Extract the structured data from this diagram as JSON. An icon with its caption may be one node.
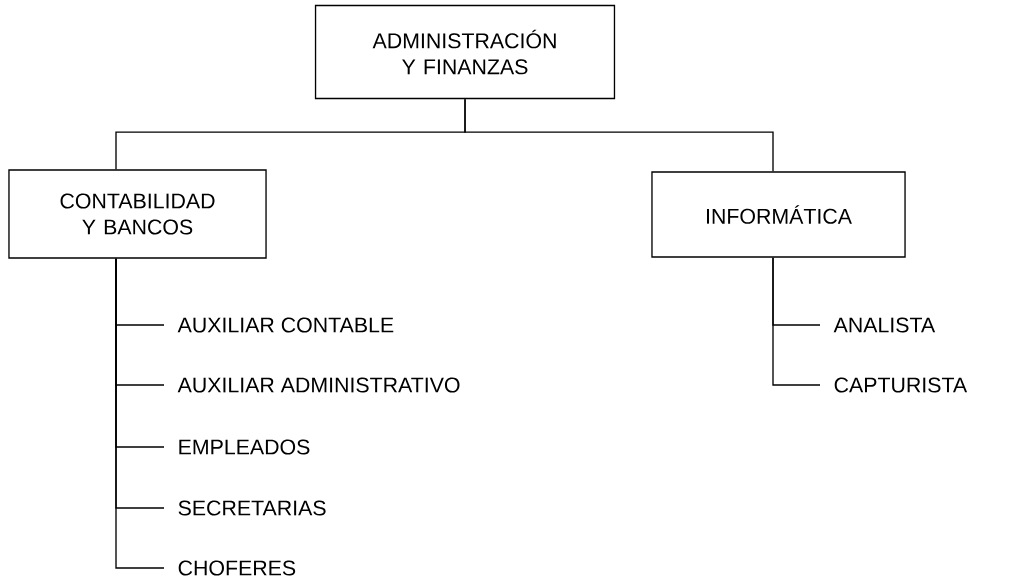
{
  "diagram": {
    "nodes": [
      {
        "text": [
          "ADMINISTRACIÓN Y FINANZAS"
        ]
      },
      {
        "text": [
          "CONTABILIDAD Y BANCOS"
        ]
      },
      {
        "text": [
          "INFORMÁTICA"
        ]
      },
      {
        "text": [
          "AUXILIAR CONTABLE"
        ]
      },
      {
        "text": [
          "AUXILIAR ADMINISTRATIVO"
        ]
      },
      {
        "text": [
          "EMPLEADOS"
        ]
      },
      {
        "text": [
          "SECRETARIAS"
        ]
      },
      {
        "text": [
          "CHOFERES"
        ]
      },
      {
        "text": [
          "ANALISTA"
        ]
      },
      {
        "text": [
          "CAPTURISTA"
        ]
      }
    ],
    "edges": [
      {
        "from": 0,
        "to": 1,
        "arrow": "none"
      },
      {
        "from": 0,
        "to": 2,
        "arrow": "none"
      },
      {
        "from": 1,
        "to": 3,
        "arrow": "none"
      },
      {
        "from": 1,
        "to": 4,
        "arrow": "none"
      },
      {
        "from": 1,
        "to": 5,
        "arrow": "none"
      },
      {
        "from": 1,
        "to": 6,
        "arrow": "none"
      },
      {
        "from": 1,
        "to": 7,
        "arrow": "none"
      },
      {
        "from": 2,
        "to": 8,
        "arrow": "none"
      },
      {
        "from": 2,
        "to": 9,
        "arrow": "none"
      }
    ]
  }
}
